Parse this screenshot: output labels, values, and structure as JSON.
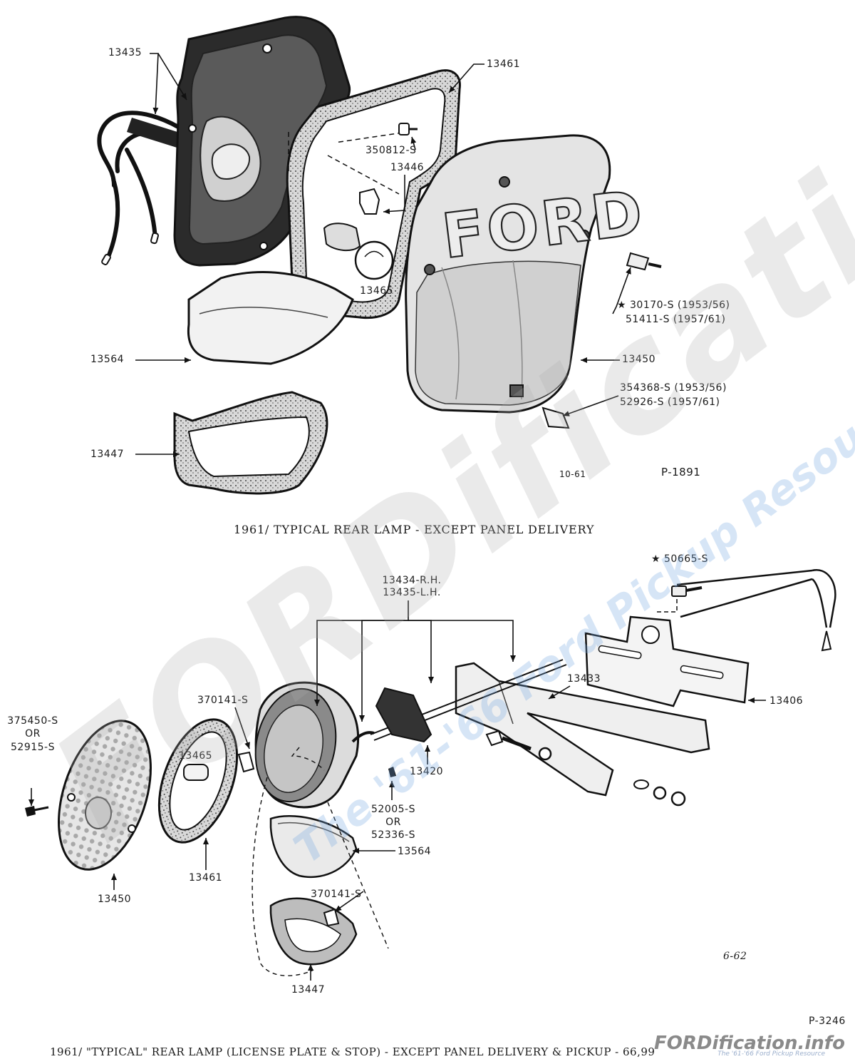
{
  "top_figure": {
    "caption": "1961/  TYPICAL REAR LAMP - EXCEPT PANEL DELIVERY",
    "ref_code": "P-1891",
    "date_code": "10-61",
    "lens_text": "FORD",
    "labels": {
      "p13435": "13435",
      "p13461": "13461",
      "p350812": "350812-S",
      "p13446": "13446",
      "p13465": "13465",
      "p30170": "★ 30170-S  (1953/56)",
      "p51411": "51411-S  (1957/61)",
      "p13564": "13564",
      "p13450": "13450",
      "p354368": "354368-S (1953/56)",
      "p52926": "52926-S  (1957/61)",
      "p13447": "13447"
    }
  },
  "bottom_figure": {
    "caption": "1961/ \"TYPICAL\" REAR LAMP (LICENSE PLATE & STOP) - EXCEPT PANEL DELIVERY & PICKUP - 66,99",
    "ref_code": "P-3246",
    "date_code": "6-62",
    "labels": {
      "p13434": "13434-R.H.",
      "p13435": "13435-L.H.",
      "p50665": "★ 50665-S",
      "p375450": "375450-S",
      "or1": "OR",
      "p52915": "52915-S",
      "p370141a": "370141-S",
      "p13465": "13465",
      "p13433": "13433",
      "p13406": "13406",
      "p13420": "13420",
      "p52005": "52005-S",
      "or2": "OR",
      "p52336": "52336-S",
      "p13564": "13564",
      "p13450": "13450",
      "p13461": "13461",
      "p370141b": "370141-S",
      "p13447": "13447"
    }
  },
  "watermark": {
    "main": "FORDification.info",
    "sub": "The '61-'66 Ford Pickup Resource",
    "footer_brand": "FORDification.info",
    "footer_tag": "The '61-'66 Ford Pickup Resource"
  }
}
